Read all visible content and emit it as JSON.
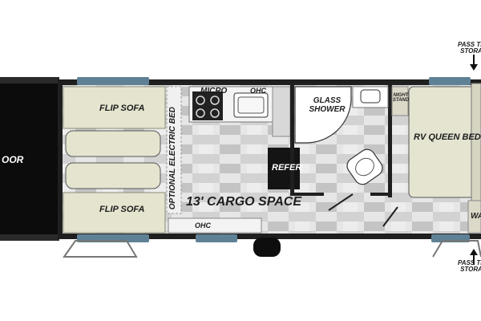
{
  "labels": {
    "ramp_door": "OOR",
    "flip_sofa_top": "FLIP SOFA",
    "flip_sofa_bottom": "FLIP SOFA",
    "optional_electric_bed": "OPTIONAL ELECTRIC BED",
    "micro": "MICRO",
    "ohc_top": "OHC",
    "ohc_bottom": "OHC",
    "glass_shower": "GLASS SHOWER",
    "night_stand": "NIGHT STAND",
    "queen_bed": "RV QUEEN BED",
    "refer": "REFER",
    "cargo_space": "13' CARGO SPACE",
    "wardrobe": "WA",
    "pass_through_top": "PASS TH STORA",
    "pass_through_bottom": "PASS TH STORA"
  },
  "colors": {
    "wall": "#1f1f1f",
    "window": "#5f8196",
    "sofa": "#e5e4cf",
    "bed": "#e4e4d0",
    "floor_light": "#dcdcdc",
    "floor_dark": "#bfbfbf"
  },
  "icons": [
    "range-icon",
    "sink-icon",
    "toilet-icon",
    "arrow-down-icon",
    "arrow-up-icon"
  ]
}
